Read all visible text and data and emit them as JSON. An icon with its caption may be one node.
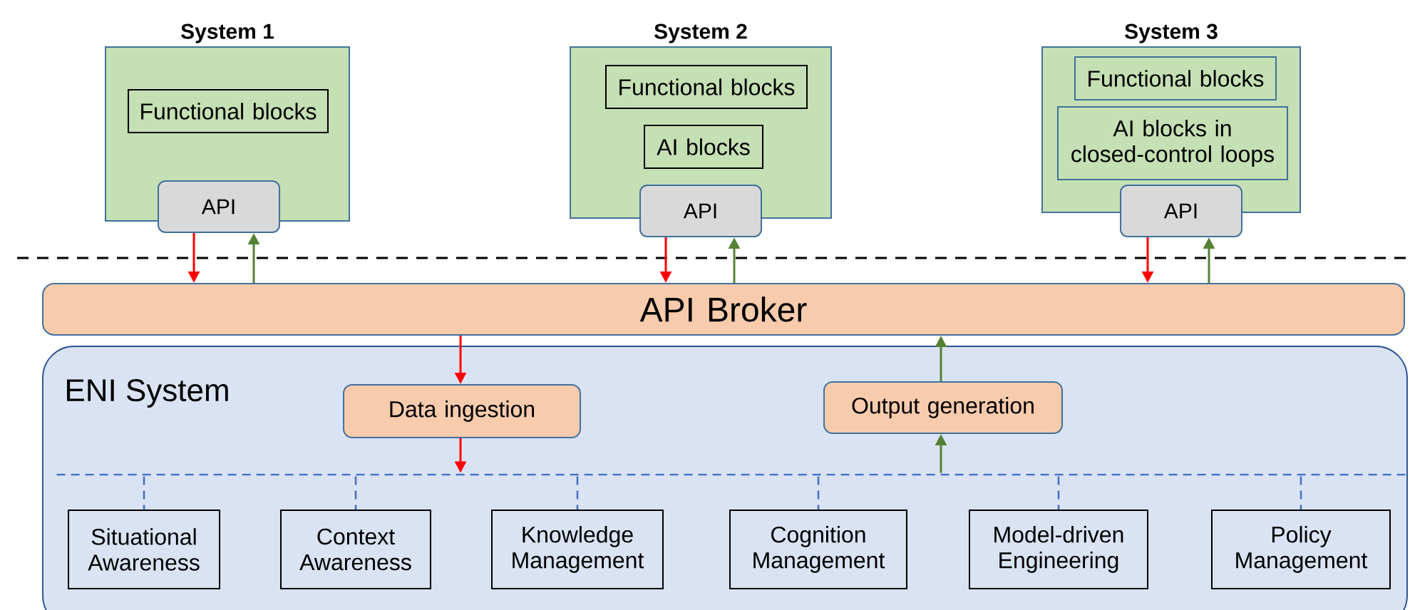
{
  "diagram": {
    "nodes": [
      {
        "text": [
          "System 1"
        ]
      },
      {
        "text": [
          "Functional blocks"
        ],
        "in": 0
      },
      {
        "text": [
          "API"
        ]
      },
      {
        "text": [
          "System 2"
        ]
      },
      {
        "text": [
          "Functional blocks"
        ],
        "in": 3
      },
      {
        "text": [
          "AI blocks"
        ],
        "in": 3
      },
      {
        "text": [
          "API"
        ]
      },
      {
        "text": [
          "System 3"
        ]
      },
      {
        "text": [
          "Functional blocks"
        ],
        "in": 7
      },
      {
        "text": [
          "AI blocks in closed-control loops"
        ],
        "in": 7
      },
      {
        "text": [
          "API"
        ]
      },
      {
        "text": [
          "API Broker"
        ]
      },
      {
        "text": [
          "ENI System"
        ]
      },
      {
        "text": [
          "Data ingestion"
        ],
        "in": 12
      },
      {
        "text": [
          "Output generation"
        ],
        "in": 12
      },
      {
        "text": [
          "Situational Awareness"
        ],
        "in": 12
      },
      {
        "text": [
          "Context Awareness"
        ],
        "in": 12
      },
      {
        "text": [
          "Knowledge Management"
        ],
        "in": 12
      },
      {
        "text": [
          "Cognition Management"
        ],
        "in": 12
      },
      {
        "text": [
          "Model-driven Engineering"
        ],
        "in": 12
      },
      {
        "text": [
          "Policy Management"
        ],
        "in": 12
      },
      {
        "text": [],
        "shape": "bar",
        "in": 12
      }
    ],
    "edges": [
      {
        "from": 2,
        "to": 11,
        "arrow": "to",
        "color": "#ff0000"
      },
      {
        "from": 11,
        "to": 2,
        "arrow": "to",
        "color": "#548235"
      },
      {
        "from": 6,
        "to": 11,
        "arrow": "to",
        "color": "#ff0000"
      },
      {
        "from": 11,
        "to": 6,
        "arrow": "to",
        "color": "#548235"
      },
      {
        "from": 10,
        "to": 11,
        "arrow": "to",
        "color": "#ff0000"
      },
      {
        "from": 11,
        "to": 10,
        "arrow": "to",
        "color": "#548235"
      },
      {
        "from": 11,
        "to": 13,
        "arrow": "to",
        "color": "#ff0000"
      },
      {
        "from": 14,
        "to": 11,
        "arrow": "to",
        "color": "#548235"
      },
      {
        "from": 13,
        "to": 21,
        "arrow": "to",
        "color": "#ff0000"
      },
      {
        "from": 21,
        "to": 14,
        "arrow": "to",
        "color": "#548235"
      },
      {
        "from": 21,
        "to": 15,
        "arrow": "none",
        "style": "dashed",
        "color": "#4472c4"
      },
      {
        "from": 21,
        "to": 16,
        "arrow": "none",
        "style": "dashed",
        "color": "#4472c4"
      },
      {
        "from": 21,
        "to": 17,
        "arrow": "none",
        "style": "dashed",
        "color": "#4472c4"
      },
      {
        "from": 21,
        "to": 18,
        "arrow": "none",
        "style": "dashed",
        "color": "#4472c4"
      },
      {
        "from": 21,
        "to": 19,
        "arrow": "none",
        "style": "dashed",
        "color": "#4472c4"
      },
      {
        "from": 21,
        "to": 20,
        "arrow": "none",
        "style": "dashed",
        "color": "#4472c4"
      }
    ]
  }
}
